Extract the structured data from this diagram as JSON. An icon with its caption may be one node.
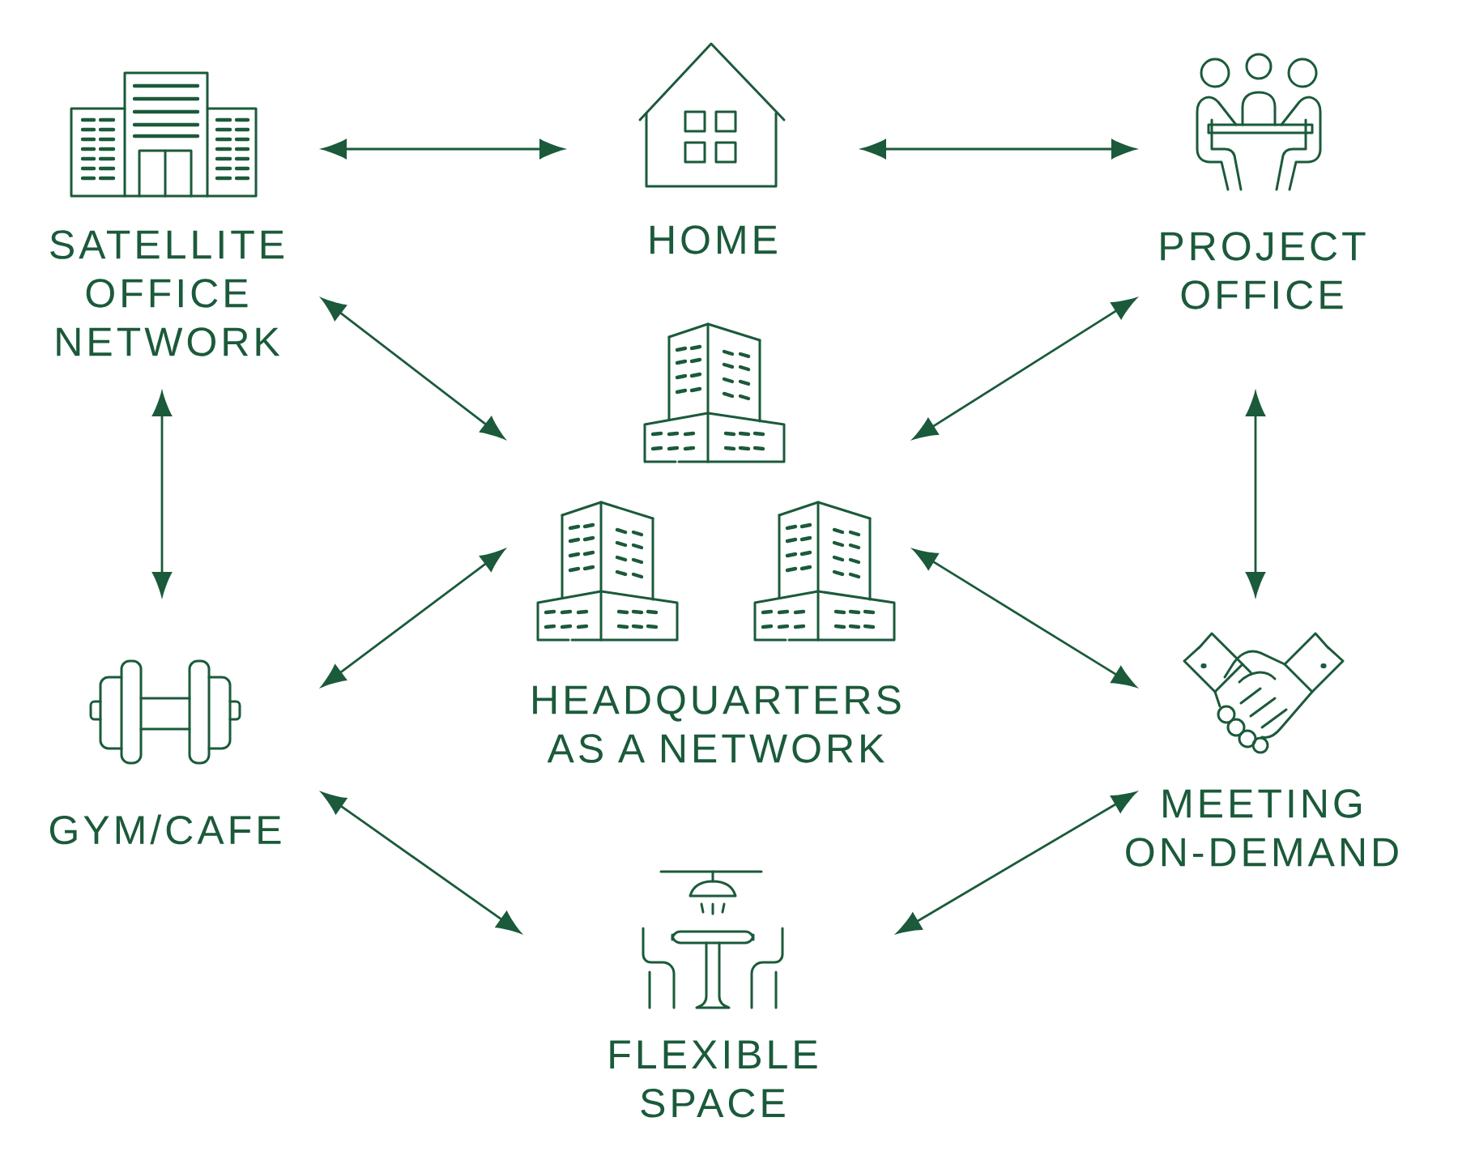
{
  "diagram": {
    "nodes": [
      {
        "text": [
          "SATELLITE OFFICE NETWORK"
        ]
      },
      {
        "text": [
          "HOME"
        ]
      },
      {
        "text": [
          "PROJECT OFFICE"
        ]
      },
      {
        "text": [
          "HEADQUARTERS AS A NETWORK"
        ]
      },
      {
        "text": [
          "GYM/CAFE"
        ]
      },
      {
        "text": [
          "MEETING ON-DEMAND"
        ]
      },
      {
        "text": [
          "FLEXIBLE SPACE"
        ]
      }
    ],
    "edges": [
      {
        "from": 0,
        "to": 1,
        "arrow": "both"
      },
      {
        "from": 1,
        "to": 2,
        "arrow": "both"
      },
      {
        "from": 0,
        "to": 3,
        "arrow": "both"
      },
      {
        "from": 2,
        "to": 3,
        "arrow": "both"
      },
      {
        "from": 0,
        "to": 4,
        "arrow": "both"
      },
      {
        "from": 2,
        "to": 5,
        "arrow": "both"
      },
      {
        "from": 4,
        "to": 3,
        "arrow": "both"
      },
      {
        "from": 3,
        "to": 5,
        "arrow": "both"
      },
      {
        "from": 4,
        "to": 6,
        "arrow": "both"
      },
      {
        "from": 6,
        "to": 5,
        "arrow": "both"
      }
    ]
  }
}
